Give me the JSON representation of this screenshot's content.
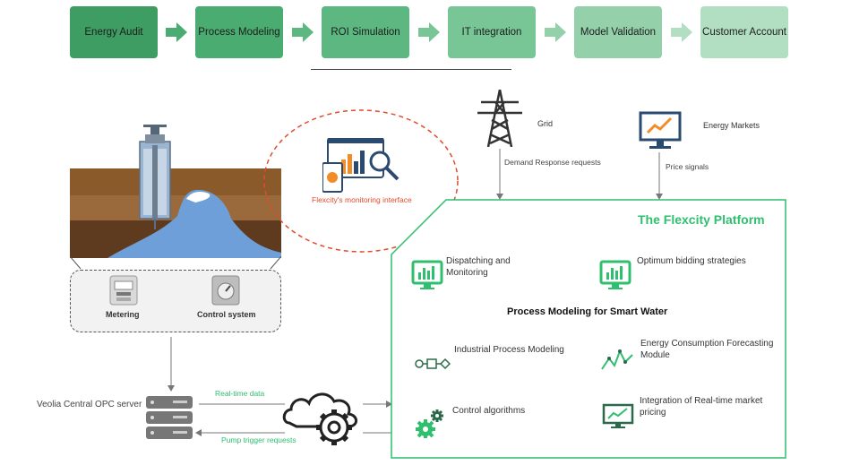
{
  "steps": [
    {
      "label": "Energy Audit",
      "color": "#3e9d63"
    },
    {
      "label": "Process Modeling",
      "color": "#4aac70"
    },
    {
      "label": "ROI Simulation",
      "color": "#5cb880"
    },
    {
      "label": "IT integration",
      "color": "#78c596"
    },
    {
      "label": "Model Validation",
      "color": "#94d1ab"
    },
    {
      "label": "Customer Account",
      "color": "#b2dec2"
    }
  ],
  "monitoring": {
    "label": "Flexcity's monitoring interface",
    "color": "#e04b2c"
  },
  "grid": {
    "label": "Grid",
    "request": "Demand Response requests"
  },
  "markets": {
    "label": "Energy Markets",
    "signal": "Price signals"
  },
  "equipment": {
    "metering": "Metering",
    "control": "Control system"
  },
  "server": {
    "label": "Veolia Central OPC server"
  },
  "flows": {
    "realtime": "Real-time data",
    "pump": "Pump trigger requests"
  },
  "platform": {
    "title": "The Flexcity Platform",
    "subtitle": "Process Modeling for Smart Water",
    "accent": "#2fbf6f",
    "items": {
      "dispatching": "Dispatching and Monitoring",
      "bidding": "Optimum bidding strategies",
      "industrial": "Industrial Process Modeling",
      "forecasting": "Energy Consumption Forecasting Module",
      "control": "Control algorithms",
      "integration": "Integration of Real-time market pricing"
    }
  }
}
